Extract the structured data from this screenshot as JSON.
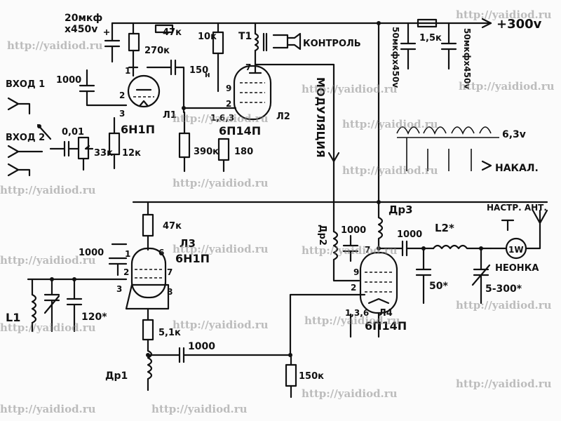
{
  "watermark": "http://yaidiod.ru",
  "supply": {
    "label": "+300v"
  },
  "inputs": {
    "in1": "ВХОД 1",
    "in2": "ВХОД 2"
  },
  "components": {
    "c_20": "20мкф",
    "c_20v": "х450v",
    "r_47k_top": "47к",
    "r_270k": "270к",
    "r_10k": "10к",
    "t1": "Т1",
    "control": "КОНТРОЛЬ",
    "r_1_5k": "1,5к",
    "c_50a": "50мкфх450v",
    "c_50b": "50мкфх450v",
    "c_1000_top": "1000",
    "c_150": "150",
    "c_150n": "н",
    "c_001": "0,01",
    "r_33k": "33к",
    "r_12k": "12к",
    "r_390k": "390к",
    "r_180": "180",
    "v1": "6Н1П",
    "v1_ref": "Л1",
    "v2": "6П14П",
    "v2_ref": "Л2",
    "pins_v2": "1,6,3",
    "modulation": "МОДУЛЯЦИЯ",
    "heater_v": "6,3v",
    "heater": "НАКАЛ.",
    "l1": "L1",
    "c_120": "120*",
    "r_47k_l3": "47к",
    "c_1000_l3": "1000",
    "v3_ref": "Л3",
    "v3": "6Н1П",
    "r_5_1k": "5,1к",
    "dr1": "Др1",
    "c_1000_mid": "1000",
    "r_150k": "150к",
    "dr2": "Др2",
    "c_1000_dr2": "1000",
    "dr3": "Др3",
    "c_1000_out": "1000",
    "l2": "L2*",
    "c_50": "50*",
    "c_5_300": "5-300*",
    "ant": "НАСТР. АНТ.",
    "neon_lbl": "НЕОНКА",
    "neon_w": "1W",
    "v4_ref": "Л4",
    "v4": "6П14П",
    "pins_v4": "1,3,6"
  },
  "pins": {
    "p1": "1",
    "p2": "2",
    "p3": "3",
    "p6": "6",
    "p7": "7",
    "p8": "8",
    "p9": "9"
  }
}
